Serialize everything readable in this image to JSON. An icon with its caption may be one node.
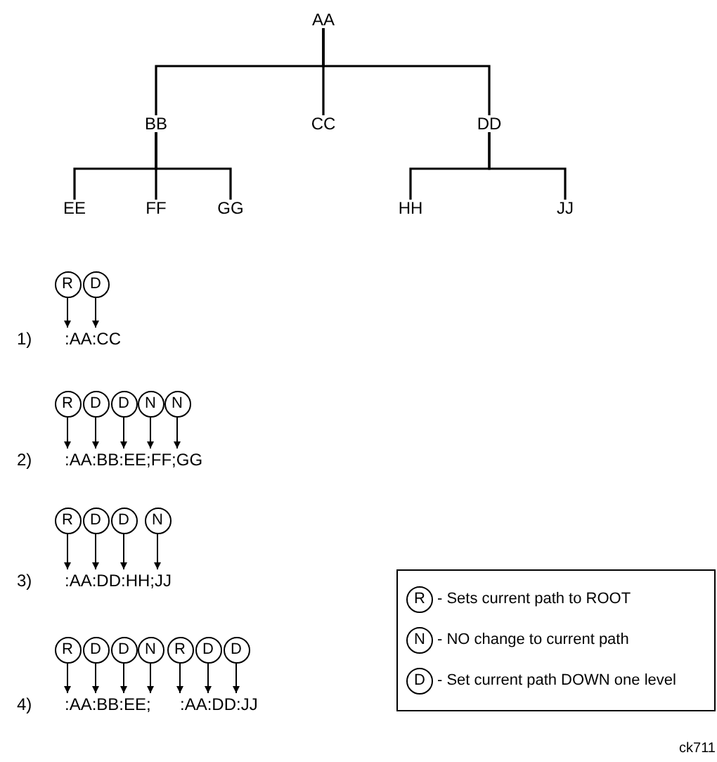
{
  "diagram": {
    "nodes": [
      {
        "text": [
          "AA"
        ]
      },
      {
        "text": [
          "BB"
        ]
      },
      {
        "text": [
          "CC"
        ]
      },
      {
        "text": [
          "DD"
        ]
      },
      {
        "text": [
          "EE"
        ]
      },
      {
        "text": [
          "FF"
        ]
      },
      {
        "text": [
          "GG"
        ]
      },
      {
        "text": [
          "HH"
        ]
      },
      {
        "text": [
          "JJ"
        ]
      },
      {
        "text": [
          "R"
        ]
      },
      {
        "text": [
          "D"
        ]
      },
      {
        "text": [
          ":AA:CC"
        ]
      },
      {
        "text": [
          "R"
        ]
      },
      {
        "text": [
          "D"
        ]
      },
      {
        "text": [
          "D"
        ]
      },
      {
        "text": [
          "N"
        ]
      },
      {
        "text": [
          "N"
        ]
      },
      {
        "text": [
          ":AA:BB:EE;FF;GG"
        ]
      },
      {
        "text": [
          "R"
        ]
      },
      {
        "text": [
          "D"
        ]
      },
      {
        "text": [
          "D"
        ]
      },
      {
        "text": [
          "N"
        ]
      },
      {
        "text": [
          ":AA:DD:HH;JJ"
        ]
      },
      {
        "text": [
          "R"
        ]
      },
      {
        "text": [
          "D"
        ]
      },
      {
        "text": [
          "D"
        ]
      },
      {
        "text": [
          "N"
        ]
      },
      {
        "text": [
          "R"
        ]
      },
      {
        "text": [
          "D"
        ]
      },
      {
        "text": [
          "D"
        ]
      },
      {
        "text": [
          ":AA:BB:EE;"
        ]
      },
      {
        "text": [
          ":AA:DD:JJ"
        ]
      },
      {
        "text": [],
        "shape": "box"
      },
      {
        "text": [
          "R"
        ],
        "in": 32
      },
      {
        "text": [
          "N"
        ],
        "in": 32
      },
      {
        "text": [
          "D"
        ],
        "in": 32
      }
    ],
    "edges": [
      {
        "from": 0,
        "to": 1,
        "arrow": "none"
      },
      {
        "from": 0,
        "to": 2,
        "arrow": "none"
      },
      {
        "from": 0,
        "to": 3,
        "arrow": "none"
      },
      {
        "from": 1,
        "to": 4,
        "arrow": "none"
      },
      {
        "from": 1,
        "to": 5,
        "arrow": "none"
      },
      {
        "from": 1,
        "to": 6,
        "arrow": "none"
      },
      {
        "from": 3,
        "to": 7,
        "arrow": "none"
      },
      {
        "from": 3,
        "to": 8,
        "arrow": "none"
      },
      {
        "from": 9,
        "to": 11,
        "arrow": "to"
      },
      {
        "from": 10,
        "to": 11,
        "arrow": "to"
      },
      {
        "from": 12,
        "to": 17,
        "arrow": "to"
      },
      {
        "from": 13,
        "to": 17,
        "arrow": "to"
      },
      {
        "from": 14,
        "to": 17,
        "arrow": "to"
      },
      {
        "from": 15,
        "to": 17,
        "arrow": "to"
      },
      {
        "from": 16,
        "to": 17,
        "arrow": "to"
      },
      {
        "from": 18,
        "to": 22,
        "arrow": "to"
      },
      {
        "from": 19,
        "to": 22,
        "arrow": "to"
      },
      {
        "from": 20,
        "to": 22,
        "arrow": "to"
      },
      {
        "from": 21,
        "to": 22,
        "arrow": "to"
      },
      {
        "from": 23,
        "to": 30,
        "arrow": "to"
      },
      {
        "from": 24,
        "to": 30,
        "arrow": "to"
      },
      {
        "from": 25,
        "to": 30,
        "arrow": "to"
      },
      {
        "from": 26,
        "to": 30,
        "arrow": "to"
      },
      {
        "from": 27,
        "to": 31,
        "arrow": "to"
      },
      {
        "from": 28,
        "to": 31,
        "arrow": "to"
      },
      {
        "from": 29,
        "to": 31,
        "arrow": "to"
      }
    ],
    "labels": [
      "1)",
      "2)",
      "3)",
      "4)",
      "ck711"
    ],
    "legend": [
      {
        "text": "- Sets current path to ROOT"
      },
      {
        "text": "- NO change to current path"
      },
      {
        "text": "- Set current path DOWN one level"
      }
    ]
  }
}
